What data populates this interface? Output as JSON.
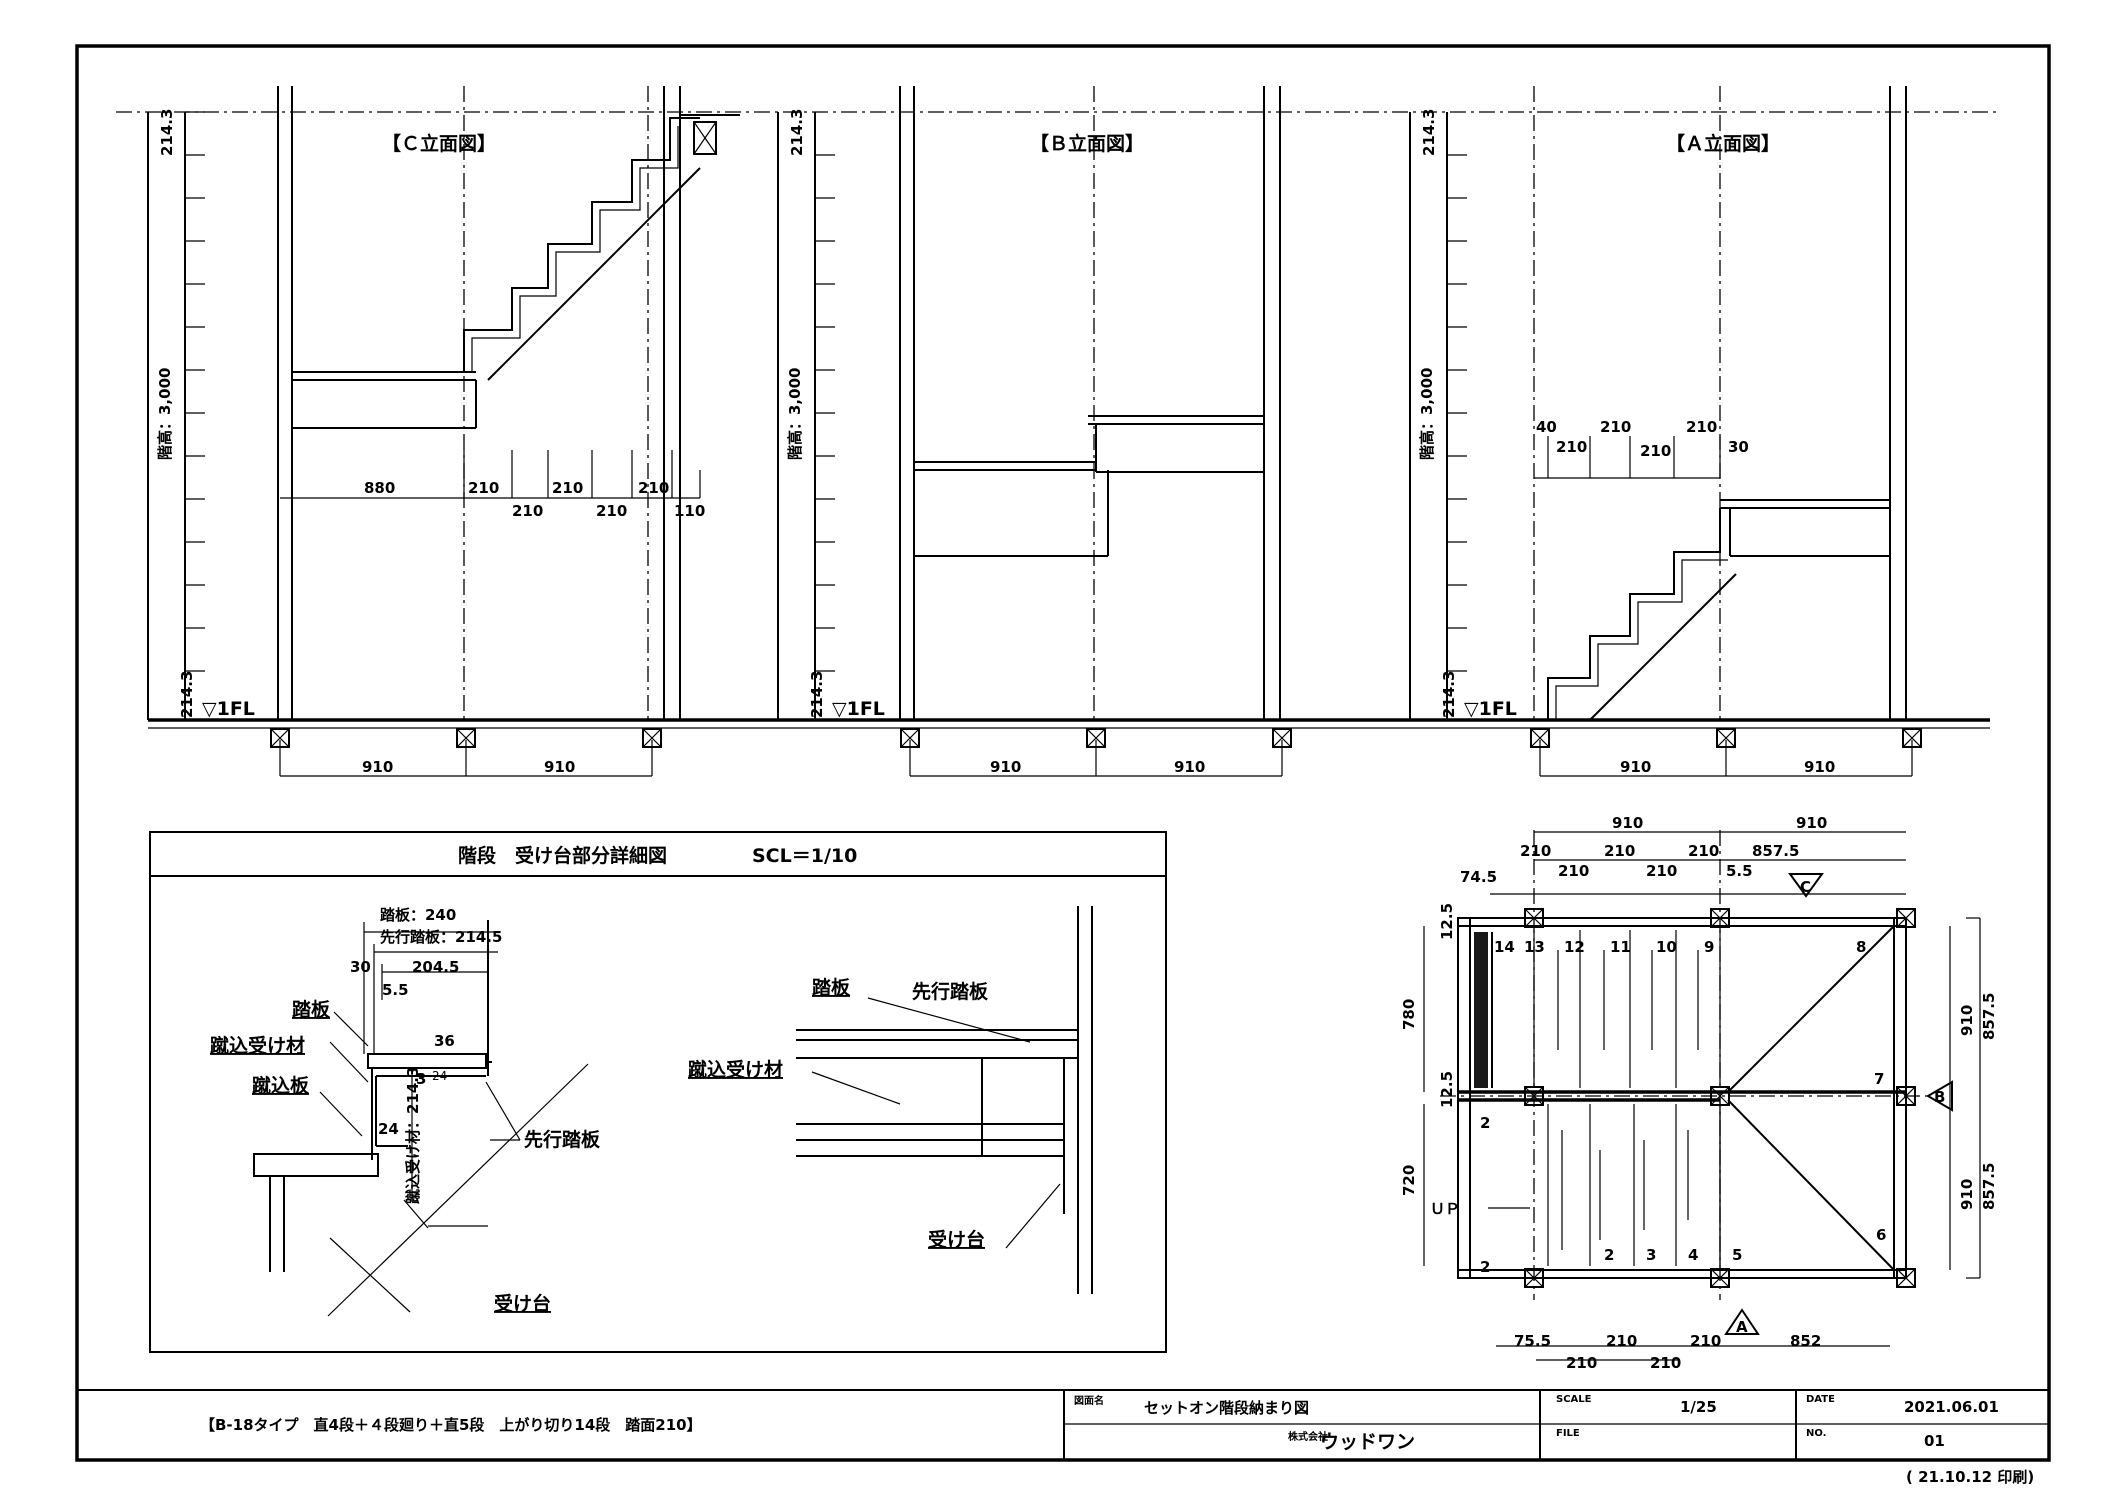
{
  "views": {
    "c_title": "【Ｃ立面図】",
    "b_title": "【Ｂ立面図】",
    "a_title": "【Ａ立面図】",
    "floor_height": "階高：3,000",
    "riser": "214.3",
    "fl": "▽1FL"
  },
  "c_dims": [
    "880",
    "210",
    "210",
    "210",
    "210",
    "210",
    "110"
  ],
  "a_dims": [
    "40",
    "210",
    "210",
    "210",
    "210",
    "30"
  ],
  "bottom_dims": [
    "910",
    "910",
    "910",
    "910",
    "910",
    "910"
  ],
  "detail": {
    "title": "階段　受け台部分詳細図",
    "scale": "SCL＝1/10",
    "labels": [
      "踏板：240",
      "先行踏板：214.5",
      "30",
      "204.5",
      "5.5",
      "36",
      "24",
      "24",
      "3",
      "蹴込受け材：214.3"
    ],
    "part_labels": [
      "踏板",
      "蹴込受け材",
      "蹴込板",
      "先行踏板",
      "受け台",
      "踏板",
      "先行踏板",
      "蹴込受け材",
      "受け台"
    ]
  },
  "plan": {
    "dims_top": [
      "910",
      "910",
      "210",
      "210",
      "210",
      "857.5",
      "74.5",
      "210",
      "210",
      "5.5"
    ],
    "dims_bottom": [
      "75.5",
      "210",
      "210",
      "852",
      "210",
      "210"
    ],
    "dims_right": [
      "857.5",
      "857.5",
      "910",
      "910"
    ],
    "dims_left": [
      "780",
      "720",
      "12.5",
      "12.5",
      "2",
      "2"
    ],
    "up": "ＵＰ",
    "sections": [
      "C",
      "A",
      "B"
    ],
    "steps": [
      "2",
      "3",
      "4",
      "5",
      "6",
      "7",
      "8",
      "9",
      "10",
      "11",
      "12",
      "13",
      "14"
    ]
  },
  "titleblock": {
    "spec": "【B-18タイプ　直4段＋４段廻り＋直5段　上がり切り14段　踏面210】",
    "drawing_name_label": "図面名",
    "drawing_name": "セットオン階段納まり図",
    "company_prefix": "株式会社",
    "company": "ウッドワン",
    "scale_label": "SCALE",
    "scale": "1/25",
    "file_label": "FILE",
    "date_label": "DATE",
    "date": "2021.06.01",
    "no_label": "NO.",
    "no": "01",
    "printed": "( 21.10.12 印刷)"
  }
}
